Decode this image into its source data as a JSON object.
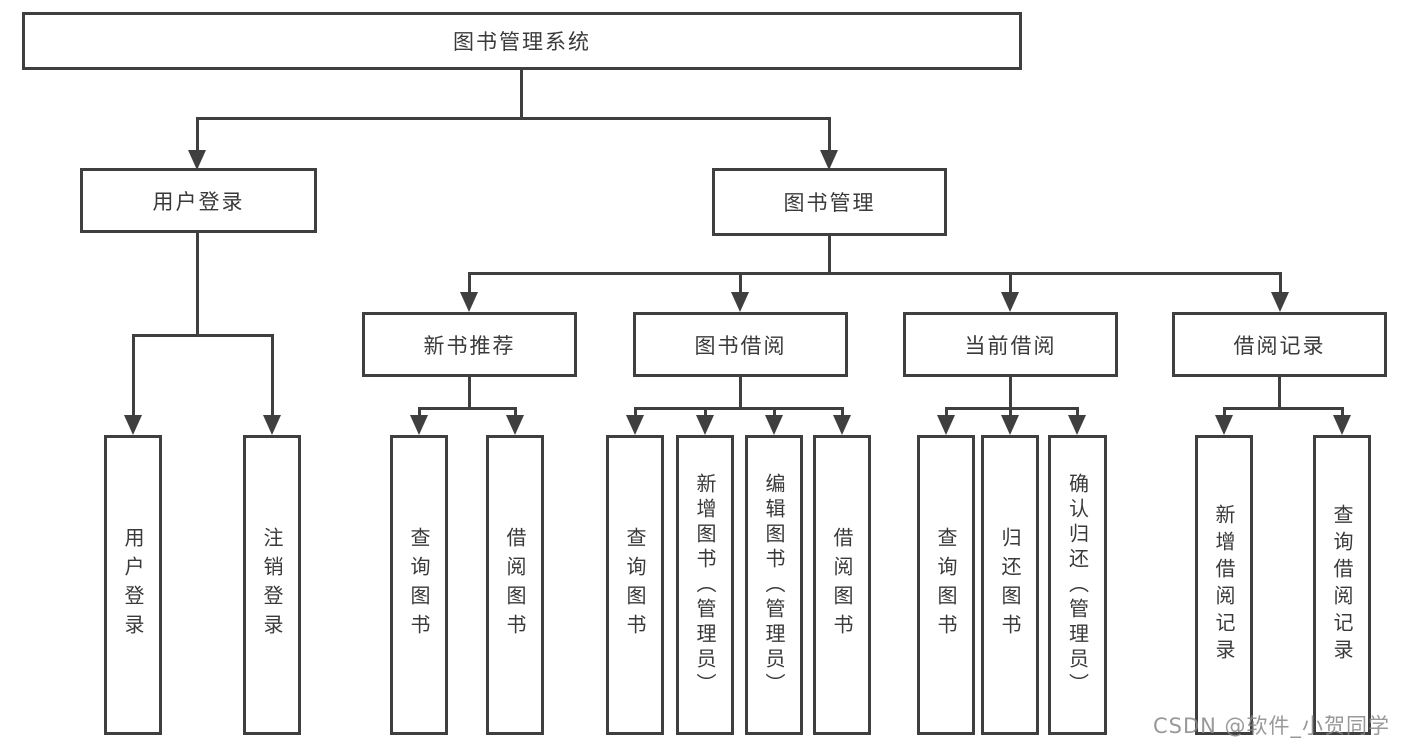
{
  "diagram_title": "图书管理系统",
  "nodes": {
    "root": "图书管理系统",
    "user_login": "用户登录",
    "book_mgmt": "图书管理",
    "new_book_rec": "新书推荐",
    "book_borrow": "图书借阅",
    "current_borrow": "当前借阅",
    "borrow_record": "借阅记录",
    "leaf_user_login": "用户登录",
    "leaf_logout": "注销登录",
    "leaf_rec_query": "查询图书",
    "leaf_rec_borrow": "借阅图书",
    "leaf_bb_query": "查询图书",
    "leaf_bb_add": "新增图书（管理员）",
    "leaf_bb_edit": "编辑图书（管理员）",
    "leaf_bb_borrow": "借阅图书",
    "leaf_cb_query": "查询图书",
    "leaf_cb_return": "归还图书",
    "leaf_cb_confirm": "确认归还（管理员）",
    "leaf_br_add": "新增借阅记录",
    "leaf_br_query": "查询借阅记录"
  },
  "watermark": "CSDN @软件_小贺同学",
  "colors": {
    "line": "#3f3f3f",
    "text": "#3a3a3a",
    "background": "#ffffff",
    "watermark": "#878787"
  }
}
